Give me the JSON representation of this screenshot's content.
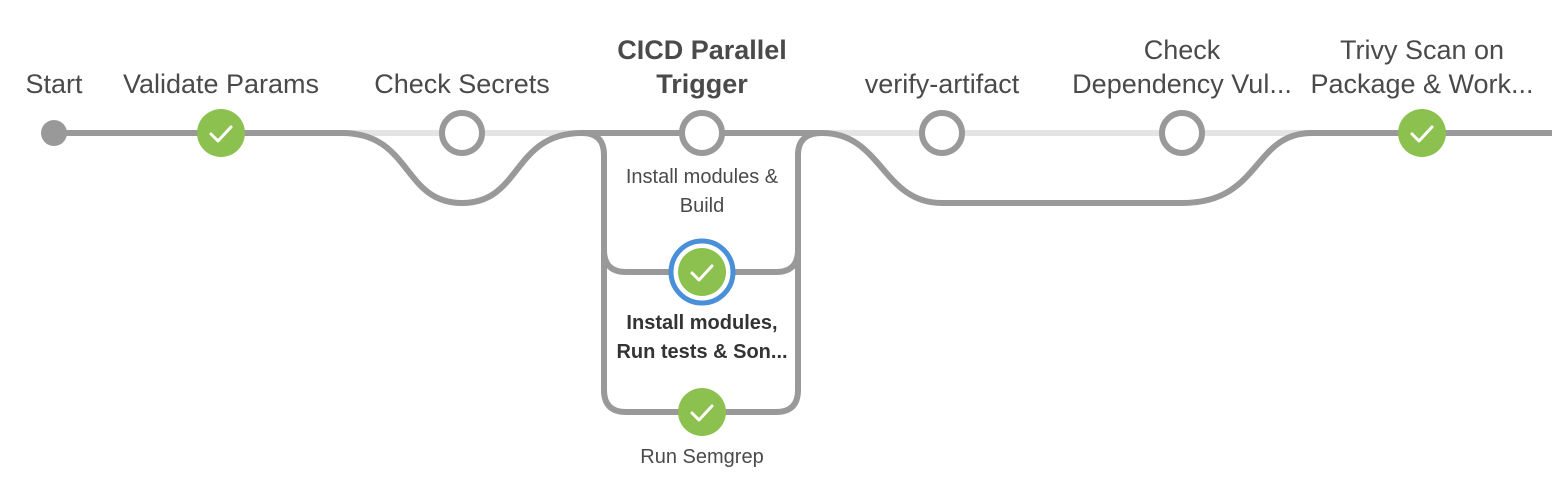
{
  "colors": {
    "line": "#999999",
    "line_light": "#e4e4e4",
    "success": "#8cc04f",
    "selected_ring": "#4a90d9",
    "text": "#4a4a4a"
  },
  "stages": [
    {
      "id": "start",
      "label": "Start",
      "status": "start"
    },
    {
      "id": "validate-params",
      "label": "Validate Params",
      "status": "success"
    },
    {
      "id": "check-secrets",
      "label": "Check Secrets",
      "status": "not-built"
    },
    {
      "id": "cicd-parallel-trigger",
      "label_lines": [
        "CICD Parallel",
        "Trigger"
      ],
      "status": "not-built",
      "selected": true
    },
    {
      "id": "verify-artifact",
      "label": "verify-artifact",
      "status": "not-built"
    },
    {
      "id": "check-dependency",
      "label_lines": [
        "Check",
        "Dependency Vul..."
      ],
      "status": "not-built"
    },
    {
      "id": "trivy-scan",
      "label_lines": [
        "Trivy Scan on",
        "Package & Work..."
      ],
      "status": "success"
    }
  ],
  "parallel_branches": [
    {
      "id": "install-build",
      "label_lines": [
        "Install modules &",
        "Build"
      ],
      "status": "not-built"
    },
    {
      "id": "install-tests-sonar",
      "label_lines": [
        "Install modules,",
        "Run tests & Son..."
      ],
      "status": "success",
      "selected": true
    },
    {
      "id": "run-semgrep",
      "label": "Run Semgrep",
      "status": "success"
    }
  ]
}
